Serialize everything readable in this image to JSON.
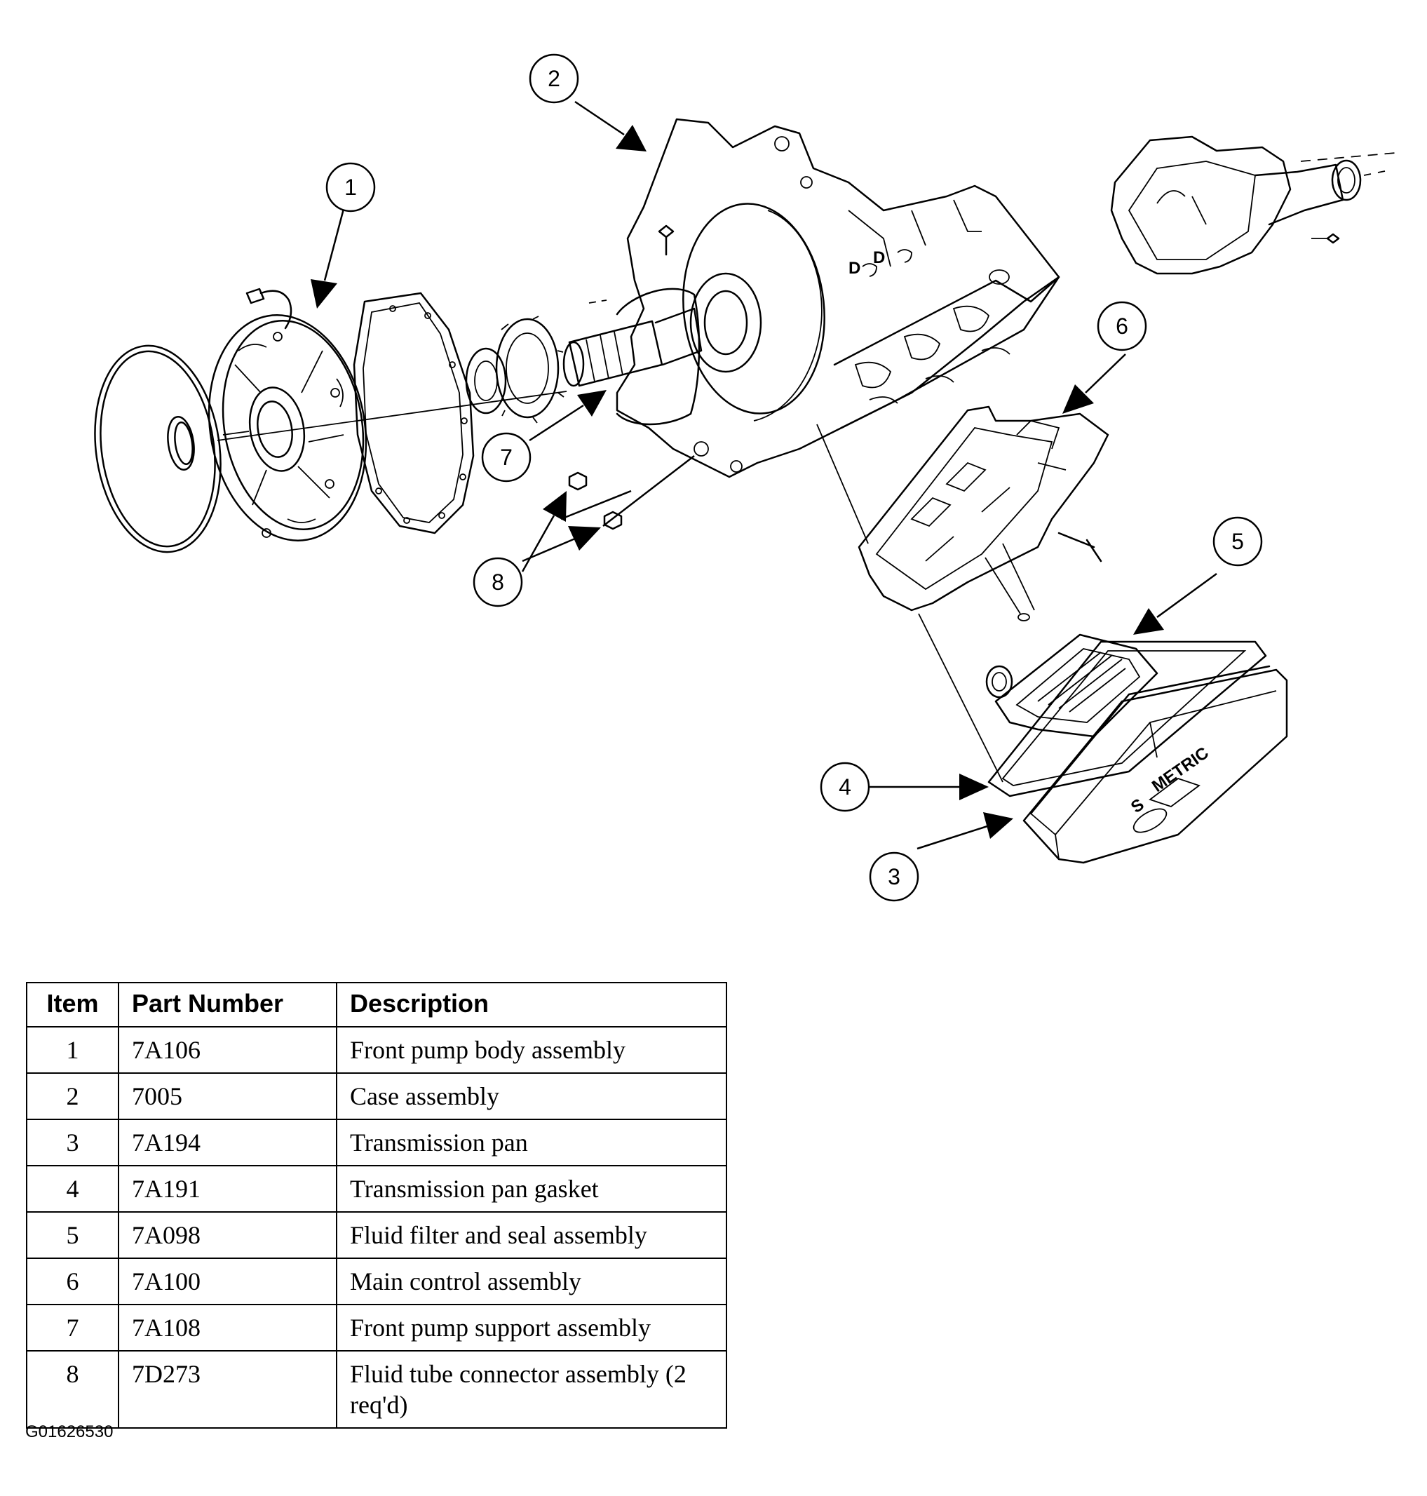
{
  "callouts": [
    "1",
    "2",
    "3",
    "4",
    "5",
    "6",
    "7",
    "8"
  ],
  "pan_embossing": {
    "top": "METRIC",
    "side": "S"
  },
  "table": {
    "headers": {
      "item": "Item",
      "part_number": "Part Number",
      "description": "Description"
    },
    "rows": [
      {
        "item": "1",
        "part_number": "7A106",
        "description": "Front pump body assembly"
      },
      {
        "item": "2",
        "part_number": "7005",
        "description": "Case assembly"
      },
      {
        "item": "3",
        "part_number": "7A194",
        "description": "Transmission pan"
      },
      {
        "item": "4",
        "part_number": "7A191",
        "description": "Transmission pan gasket"
      },
      {
        "item": "5",
        "part_number": "7A098",
        "description": "Fluid filter and seal assembly"
      },
      {
        "item": "6",
        "part_number": "7A100",
        "description": "Main control assembly"
      },
      {
        "item": "7",
        "part_number": "7A108",
        "description": "Front pump support assembly"
      },
      {
        "item": "8",
        "part_number": "7D273",
        "description": "Fluid tube connector assembly (2 req'd)"
      }
    ]
  },
  "figure_code": "G01626530"
}
